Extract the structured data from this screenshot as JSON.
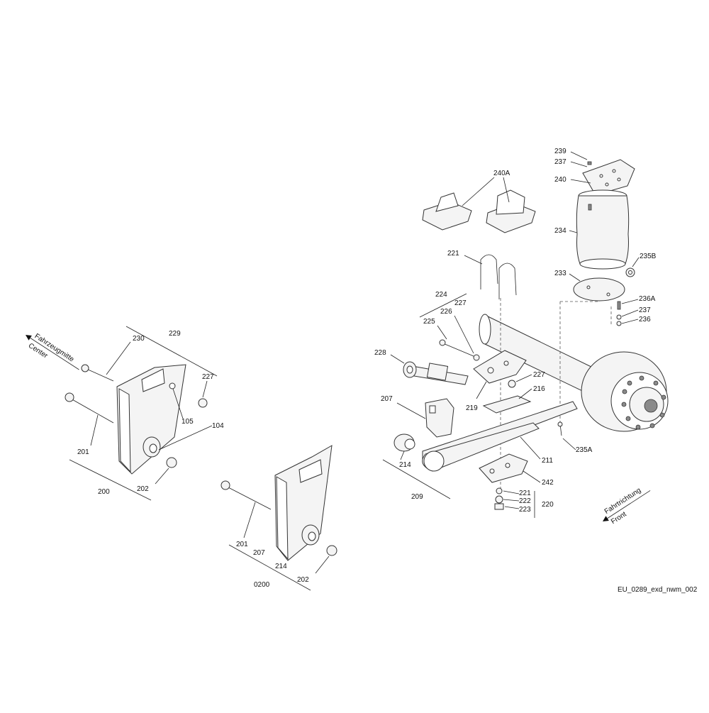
{
  "labels": {
    "l239": "239",
    "l237a": "237",
    "l240": "240",
    "l240A": "240A",
    "l234": "234",
    "l235B": "235B",
    "l233": "233",
    "l221a": "221",
    "l224": "224",
    "l227a": "227",
    "l226": "226",
    "l225": "225",
    "l236A": "236A",
    "l237b": "237",
    "l236": "236",
    "l228": "228",
    "l227b": "227",
    "l216": "216",
    "l219": "219",
    "l207a": "207",
    "l235A": "235A",
    "l214a": "214",
    "l211": "211",
    "l242": "242",
    "l209": "209",
    "l221b": "221",
    "l222": "222",
    "l223": "223",
    "l220": "220",
    "l230": "230",
    "l229": "229",
    "l227c": "227",
    "l105": "105",
    "l104": "104",
    "l201a": "201",
    "l200": "200",
    "l202a": "202",
    "l201b": "201",
    "l207b": "207",
    "l214b": "214",
    "l0200": "0200",
    "l202b": "202"
  },
  "direction": {
    "center_de": "Fahrzeugmitte",
    "center_en": "Center",
    "front_de": "Fahrtrichtung",
    "front_en": "Front"
  },
  "drawing_id": "EU_0289_exd_nwm_002",
  "colors": {
    "line": "#222222",
    "fill": "#f4f4f4",
    "shade": "#8a8a8a"
  }
}
